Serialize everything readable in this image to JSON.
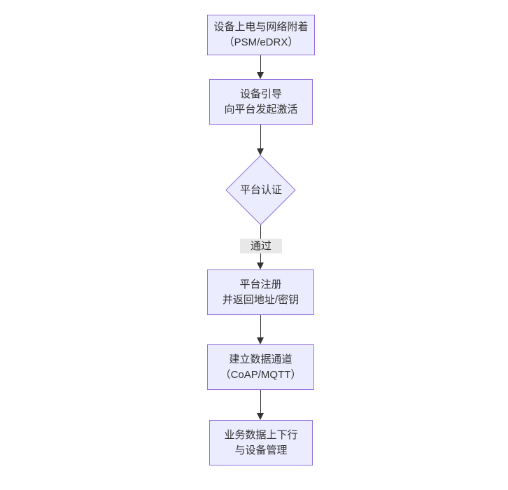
{
  "diagram": {
    "type": "flowchart",
    "direction": "top-down",
    "nodes": {
      "power_attach": {
        "shape": "rect",
        "lines": [
          "设备上电与网络附着",
          "（PSM/eDRX）"
        ]
      },
      "bootstrap": {
        "shape": "rect",
        "lines": [
          "设备引导",
          "向平台发起激活"
        ]
      },
      "auth_decision": {
        "shape": "diamond",
        "lines": [
          "平台认证"
        ]
      },
      "register": {
        "shape": "rect",
        "lines": [
          "平台注册",
          "并返回地址/密钥"
        ]
      },
      "data_channel": {
        "shape": "rect",
        "lines": [
          "建立数据通道",
          "（CoAP/MQTT）"
        ]
      },
      "business": {
        "shape": "rect",
        "lines": [
          "业务数据上下行",
          "与设备管理"
        ]
      }
    },
    "edges": [
      {
        "from": "power_attach",
        "to": "bootstrap",
        "label": ""
      },
      {
        "from": "bootstrap",
        "to": "auth_decision",
        "label": ""
      },
      {
        "from": "auth_decision",
        "to": "register",
        "label": "通过"
      },
      {
        "from": "register",
        "to": "data_channel",
        "label": ""
      },
      {
        "from": "data_channel",
        "to": "business",
        "label": ""
      }
    ]
  },
  "colors": {
    "node_fill": "#ECECFF",
    "node_border": "#9370DB",
    "edge_line": "#333333",
    "edge_label_bg": "#e8e8e8",
    "text": "#333333",
    "background": "#ffffff"
  }
}
